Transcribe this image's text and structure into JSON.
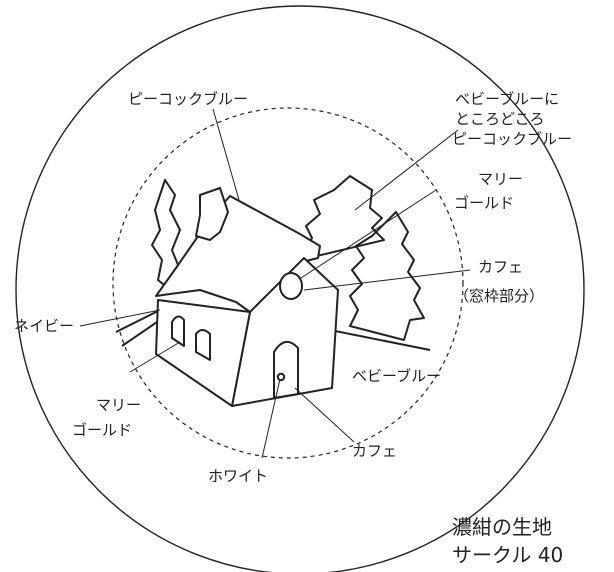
{
  "labels": {
    "roof": "ピーコックブルー",
    "tree_top_1": "ベビーブルーに",
    "tree_top_2": "ところどころ",
    "tree_top_3": "ピーコックブルー",
    "center_1": "マリー",
    "center_2": "ゴールド",
    "window_1": "カフェ",
    "window_2": "（窓枠部分）",
    "navy_left": "ネイビー",
    "marigold_1": "マリー",
    "marigold_2": "ゴールド",
    "baby_blue": "ベビーブルー",
    "cafe": "カフェ",
    "white": "ホワイト"
  },
  "caption": {
    "line1": "濃紺の生地",
    "line2": "サークル 40"
  }
}
